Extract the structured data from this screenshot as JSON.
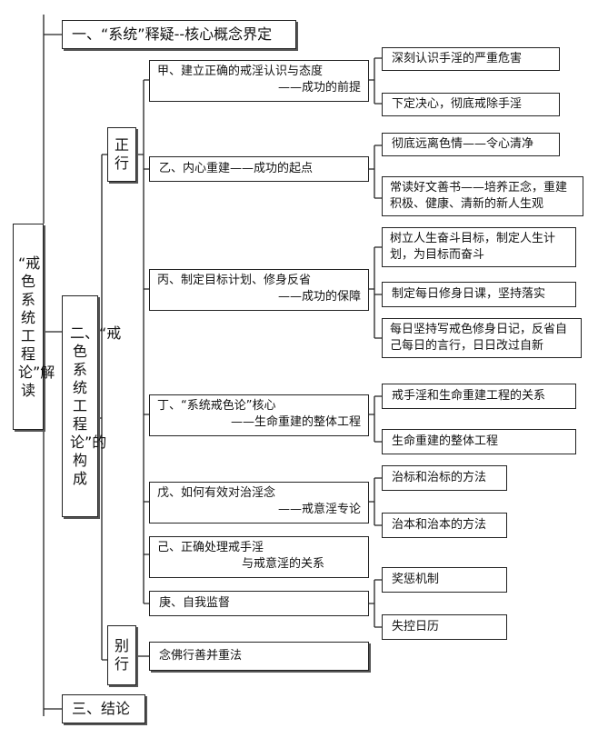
{
  "root": {
    "title": "“戒色系统工程论”解读"
  },
  "sections": {
    "s1": "一、“系统”释疑--核心概念界定",
    "s2": "二、“戒色系统工程论”的构成",
    "s3": "三、结论"
  },
  "branches": {
    "zhengxing": "正行",
    "biexing": "别行"
  },
  "items": {
    "jia": {
      "line1": "甲、建立正确的戒淫认识与态度",
      "line2": "——成功的前提"
    },
    "yi": {
      "line1": "乙、内心重建——成功的起点"
    },
    "bing": {
      "line1": "丙、制定目标计划、修身反省",
      "line2": "——成功的保障"
    },
    "ding": {
      "line1": "丁、“系统戒色论”核心",
      "line2": "——生命重建的整体工程"
    },
    "wu": {
      "line1": "戊、如何有效对治淫念",
      "line2": "——戒意淫专论"
    },
    "ji": {
      "line1": "己、正确处理戒手淫",
      "line2": "与戒意淫的关系"
    },
    "geng": {
      "line1": "庚、自我监督"
    },
    "nianfo": {
      "line1": "念佛行善并重法"
    }
  },
  "leaves": {
    "jia1": "深刻认识手淫的严重危害",
    "jia2": "下定决心，彻底戒除手淫",
    "yi1": "彻底远离色情——令心清净",
    "yi2": "常读好文善书——培养正念，重建积极、健康、清新的新人生观",
    "bing1": "树立人生奋斗目标，制定人生计划，为目标而奋斗",
    "bing2": "制定每日修身日课，坚持落实",
    "bing3": "每日坚持写戒色修身日记，反省自己每日的言行，日日改过自新",
    "ding1": "戒手淫和生命重建工程的关系",
    "ding2": "生命重建的整体工程",
    "wu1": "治标和治标的方法",
    "wu2": "治本和治本的方法",
    "geng1": "奖惩机制",
    "geng2": "失控日历"
  }
}
